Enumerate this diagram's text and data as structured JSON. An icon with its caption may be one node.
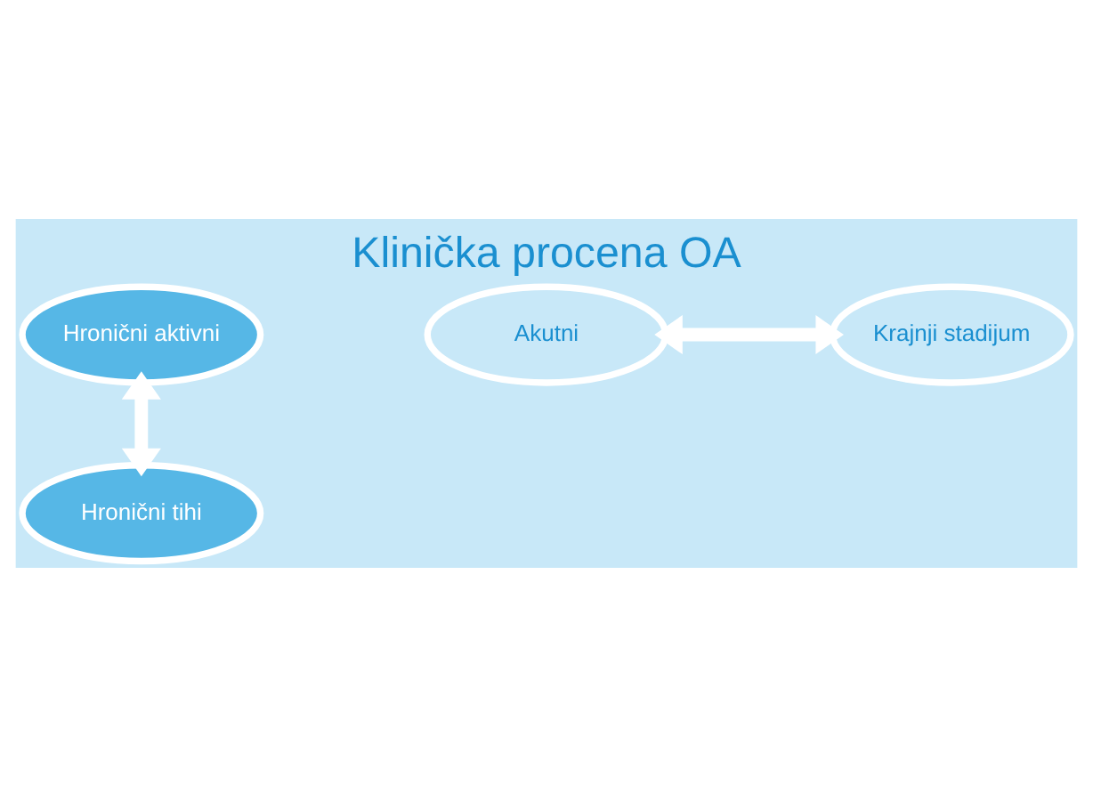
{
  "diagram": {
    "title": "Klinička procena OA",
    "nodes": [
      {
        "text": [
          "Hronični aktivni"
        ]
      },
      {
        "text": [
          "Akutni"
        ]
      },
      {
        "text": [
          "Krajnji stadijum"
        ]
      },
      {
        "text": [
          "Hronični tihi"
        ]
      }
    ],
    "edges": [
      {
        "from": 0,
        "to": 3,
        "arrow": "both"
      },
      {
        "from": 1,
        "to": 2,
        "arrow": "both"
      }
    ]
  }
}
